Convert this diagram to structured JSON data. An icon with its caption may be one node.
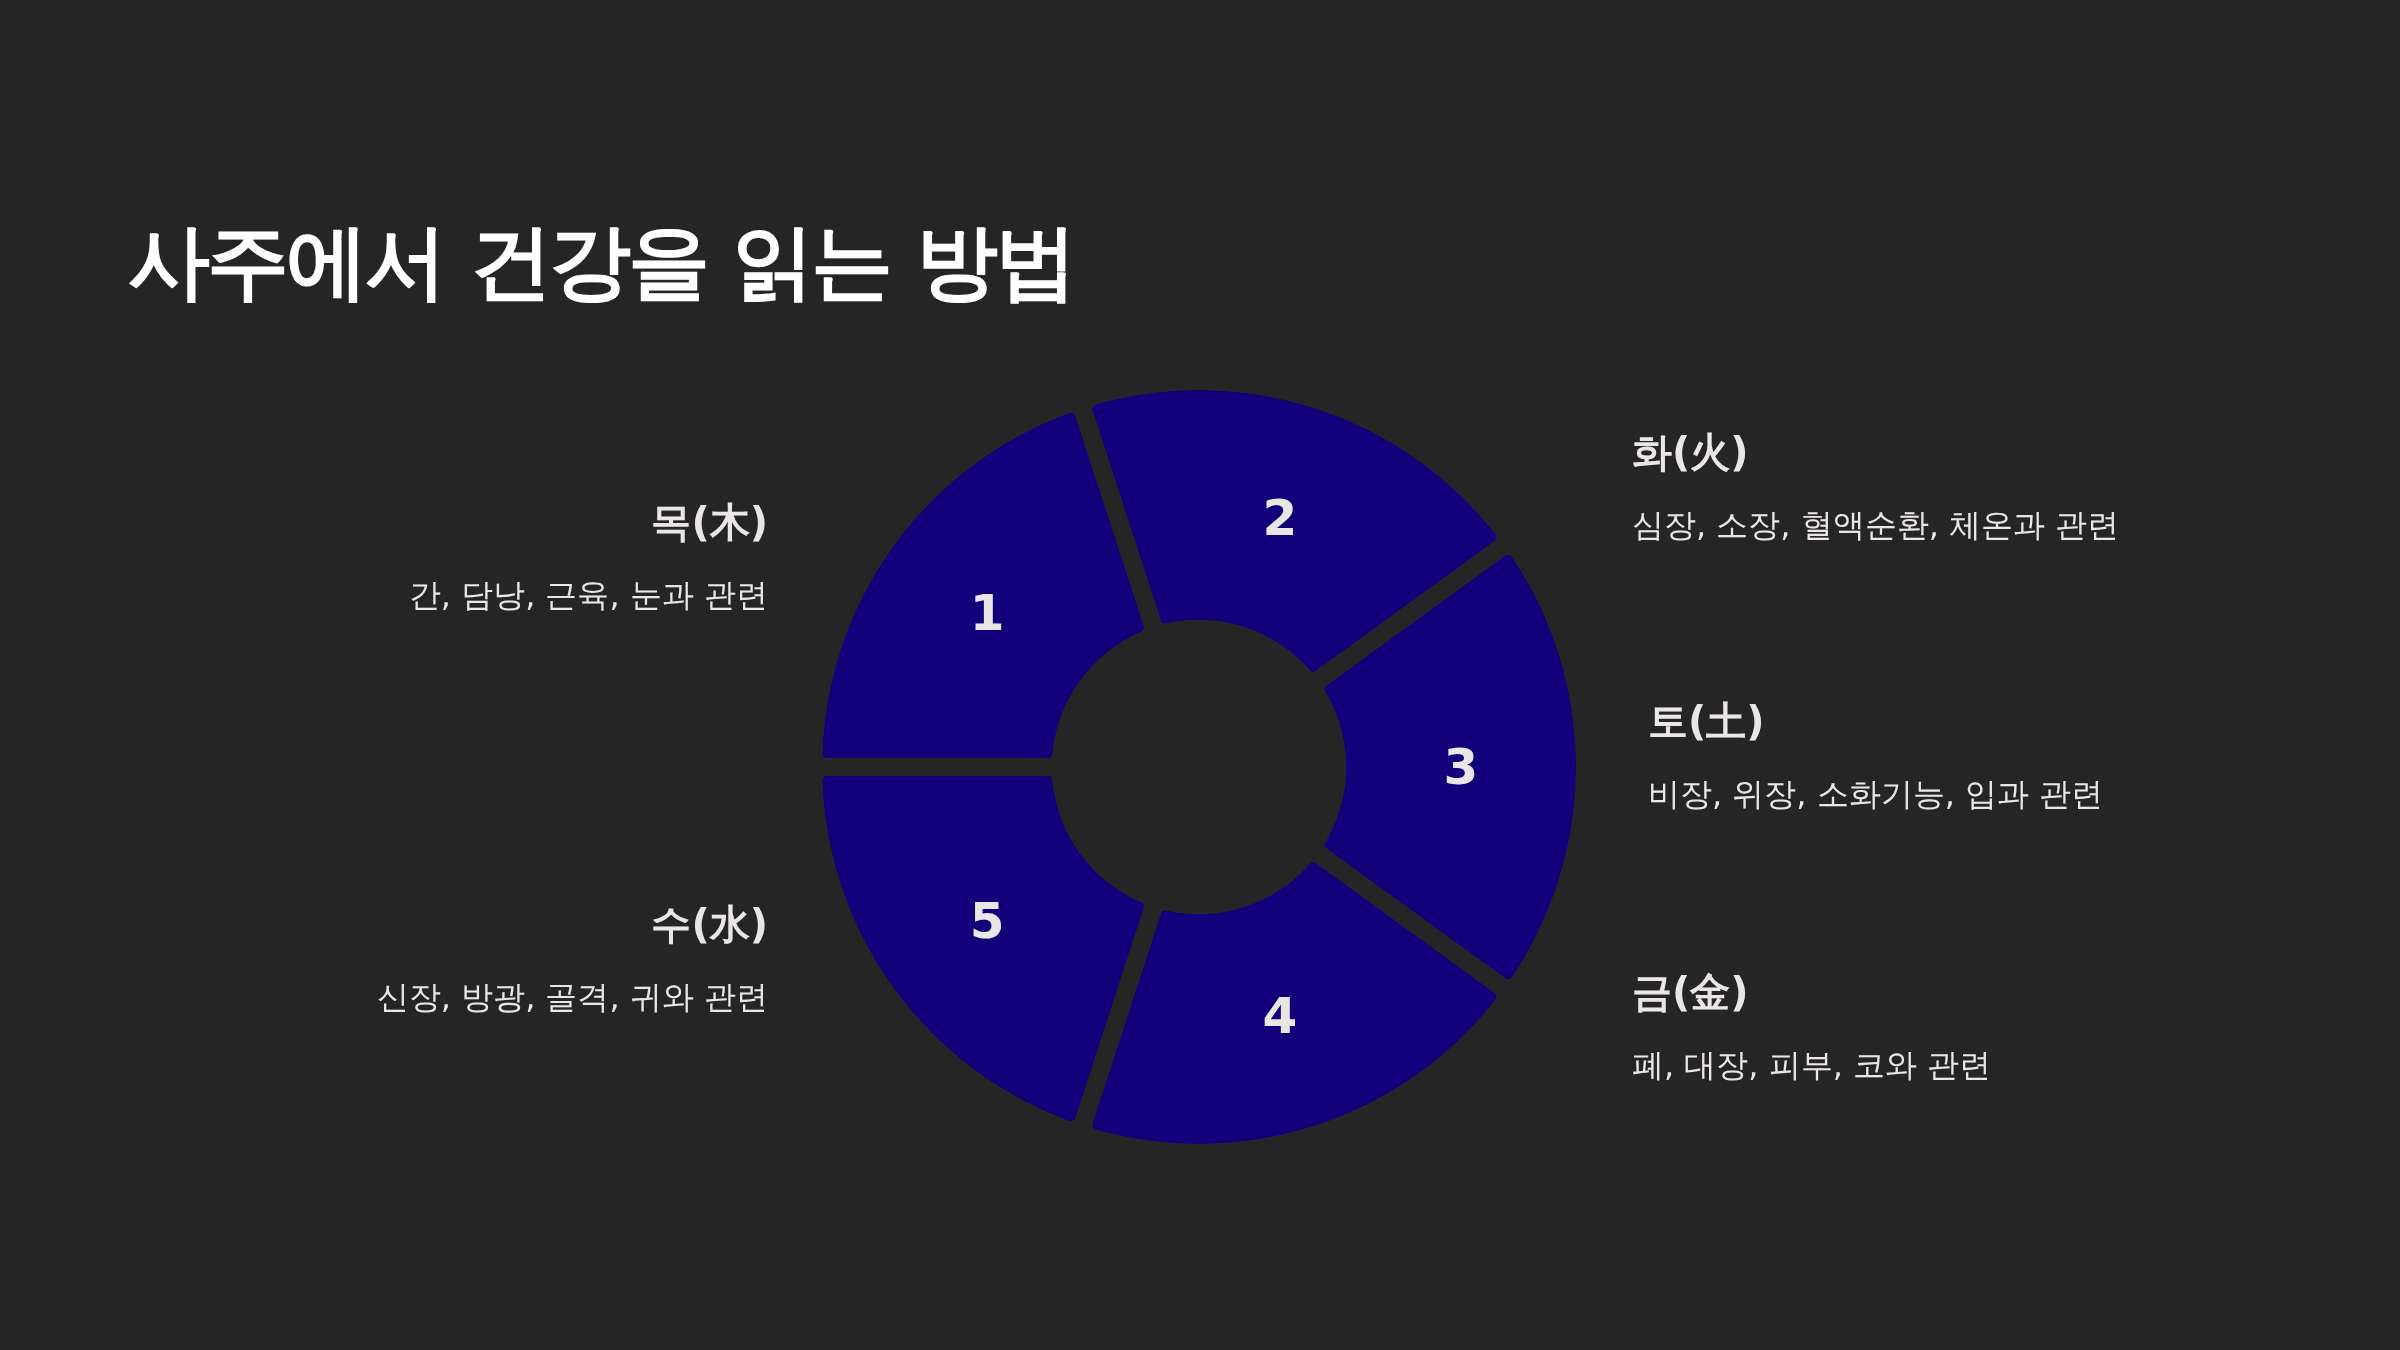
{
  "diagram": {
    "title": "사주에서 건강을 읽는 방법",
    "nodes": [
      {
        "text": [
          "1"
        ],
        "beside": [
          "목(木)",
          "간, 담낭, 근육, 눈과 관련"
        ]
      },
      {
        "text": [
          "2"
        ],
        "beside": [
          "화(火)",
          "심장, 소장, 혈액순환, 체온과 관련"
        ]
      },
      {
        "text": [
          "3"
        ],
        "beside": [
          "토(土)",
          "비장, 위장, 소화기능, 입과 관련"
        ]
      },
      {
        "text": [
          "4"
        ],
        "beside": [
          "금(金)",
          "폐, 대장, 피부, 코와 관련"
        ]
      },
      {
        "text": [
          "5"
        ],
        "beside": [
          "수(水)",
          "신장, 방광, 골격, 귀와 관련"
        ]
      }
    ]
  }
}
